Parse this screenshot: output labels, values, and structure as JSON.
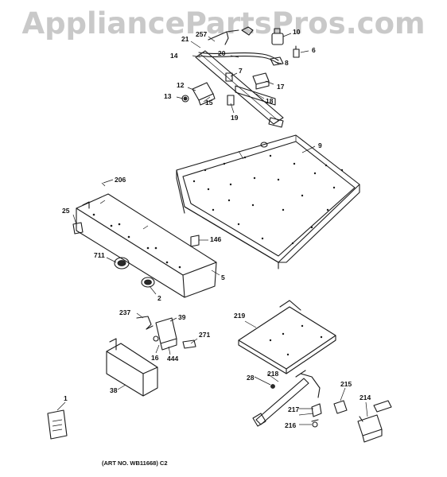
{
  "watermark": "AppliancePartsPros.com",
  "caption": "(ART NO. WB11668) C2",
  "callouts": {
    "p257": "257",
    "p10": "10",
    "p21": "21",
    "p6": "6",
    "p14": "14",
    "p20": "20",
    "p8": "8",
    "p7": "7",
    "p17": "17",
    "p12": "12",
    "p13": "13",
    "p15": "15",
    "p18": "18",
    "p19": "19",
    "p9": "9",
    "p206": "206",
    "p25": "25",
    "p146": "146",
    "p711": "711",
    "p5": "5",
    "p2": "2",
    "p237": "237",
    "p39": "39",
    "p219": "219",
    "p271": "271",
    "p16": "16",
    "p444": "444",
    "p38": "38",
    "p28": "28",
    "p218": "218",
    "p215": "215",
    "p1": "1",
    "p214": "214",
    "p217": "217",
    "p216": "216"
  }
}
